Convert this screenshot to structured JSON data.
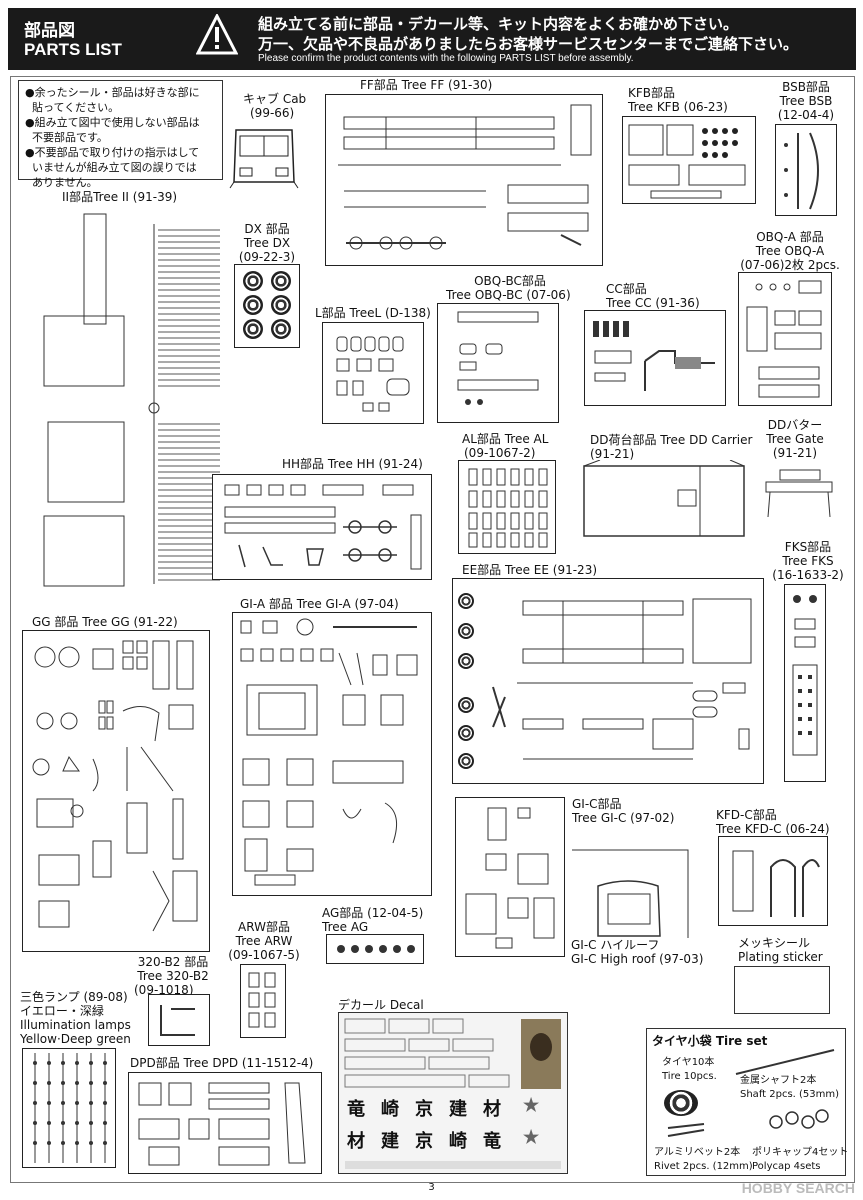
{
  "header": {
    "title_jp": "部品図",
    "title_en": "PARTS LIST",
    "notice_jp_1": "組み立てる前に部品・デカール等、キット内容をよくお確かめ下さい。",
    "notice_jp_2": "万一、欠品や不良品がありましたらお客様サービスセンターまでご連絡下さい。",
    "notice_en": "Please confirm the product contents with the following PARTS LIST before assembly."
  },
  "notes": [
    "●余ったシール・部品は好きな部に",
    "  貼ってください。",
    "●組み立て図中で使用しない部品は",
    "  不要部品です。",
    "●不要部品で取り付けの指示はして",
    "  いませんが組み立て図の誤りでは",
    "  ありません。"
  ],
  "trees": {
    "cab": [
      "キャブ Cab",
      "(99-66)"
    ],
    "ff": [
      "FF部品 Tree FF (91-30)"
    ],
    "kfb": [
      "KFB部品",
      "Tree KFB (06-23)"
    ],
    "bsb": [
      "BSB部品",
      "Tree BSB",
      "(12-04-4)"
    ],
    "ii": [
      "II部品Tree II (91-39)"
    ],
    "dx": [
      "DX 部品",
      "Tree DX",
      "(09-22-3)"
    ],
    "obqa": [
      "OBQ-A 部品",
      "Tree OBQ-A",
      "(07-06)2枚 2pcs."
    ],
    "obqbc": [
      "OBQ-BC部品",
      "Tree OBQ-BC (07-06)"
    ],
    "cc": [
      "CC部品",
      "Tree CC (91-36)"
    ],
    "l": [
      "L部品 TreeL (D-138)"
    ],
    "al": [
      "AL部品 Tree AL",
      "(09-1067-2)"
    ],
    "dd": [
      "DD荷台部品 Tree DD Carrier",
      "(91-21)"
    ],
    "gate": [
      "DDバター",
      "Tree Gate",
      "(91-21)"
    ],
    "hh": [
      "HH部品 Tree HH (91-24)"
    ],
    "ee": [
      "EE部品 Tree EE (91-23)"
    ],
    "fks": [
      "FKS部品",
      "Tree FKS",
      "(16-1633-2)"
    ],
    "gg": [
      "GG 部品 Tree GG (91-22)"
    ],
    "gia": [
      "GI-A 部品 Tree GI-A (97-04)"
    ],
    "gic": [
      "GI-C部品",
      "Tree GI-C (97-02)"
    ],
    "kfdc": [
      "KFD-C部品",
      "Tree KFD-C (06-24)"
    ],
    "ghr": [
      "GI-C ハイルーフ",
      "GI-C High roof (97-03)"
    ],
    "plating": [
      "メッキシール",
      "Plating sticker"
    ],
    "arw": [
      "ARW部品",
      "Tree ARW",
      "(09-1067-5)"
    ],
    "ag": [
      "AG部品 (12-04-5)",
      "Tree AG"
    ],
    "b2": [
      "320-B2 部品",
      "Tree 320-B2",
      "(09-1018)"
    ],
    "lamps": [
      "三色ランプ (89-08)",
      "イエロー・深緑",
      "Illumination lamps",
      "Yellow·Deep green"
    ],
    "decal": [
      "デカール Decal"
    ],
    "dpd": [
      "DPD部品 Tree DPD (11-1512-4)"
    ]
  },
  "decal_kanji_row1": [
    "竜",
    "崎",
    "京",
    "建",
    "材",
    "★"
  ],
  "decal_kanji_row2": [
    "材",
    "建",
    "京",
    "崎",
    "竜",
    "★"
  ],
  "tire_set": {
    "title": "タイヤ小袋 Tire set",
    "tire": [
      "タイヤ10本",
      "Tire 10pcs."
    ],
    "shaft": [
      "金属シャフト2本",
      "Shaft 2pcs. (53mm)"
    ],
    "rivet": [
      "アルミリベット2本",
      "Rivet 2pcs. (12mm)"
    ],
    "polycap": [
      "ポリキャップ4セット",
      "Polycap 4sets"
    ]
  },
  "footer": {
    "page": "3",
    "watermark": "HOBBY SEARCH"
  }
}
